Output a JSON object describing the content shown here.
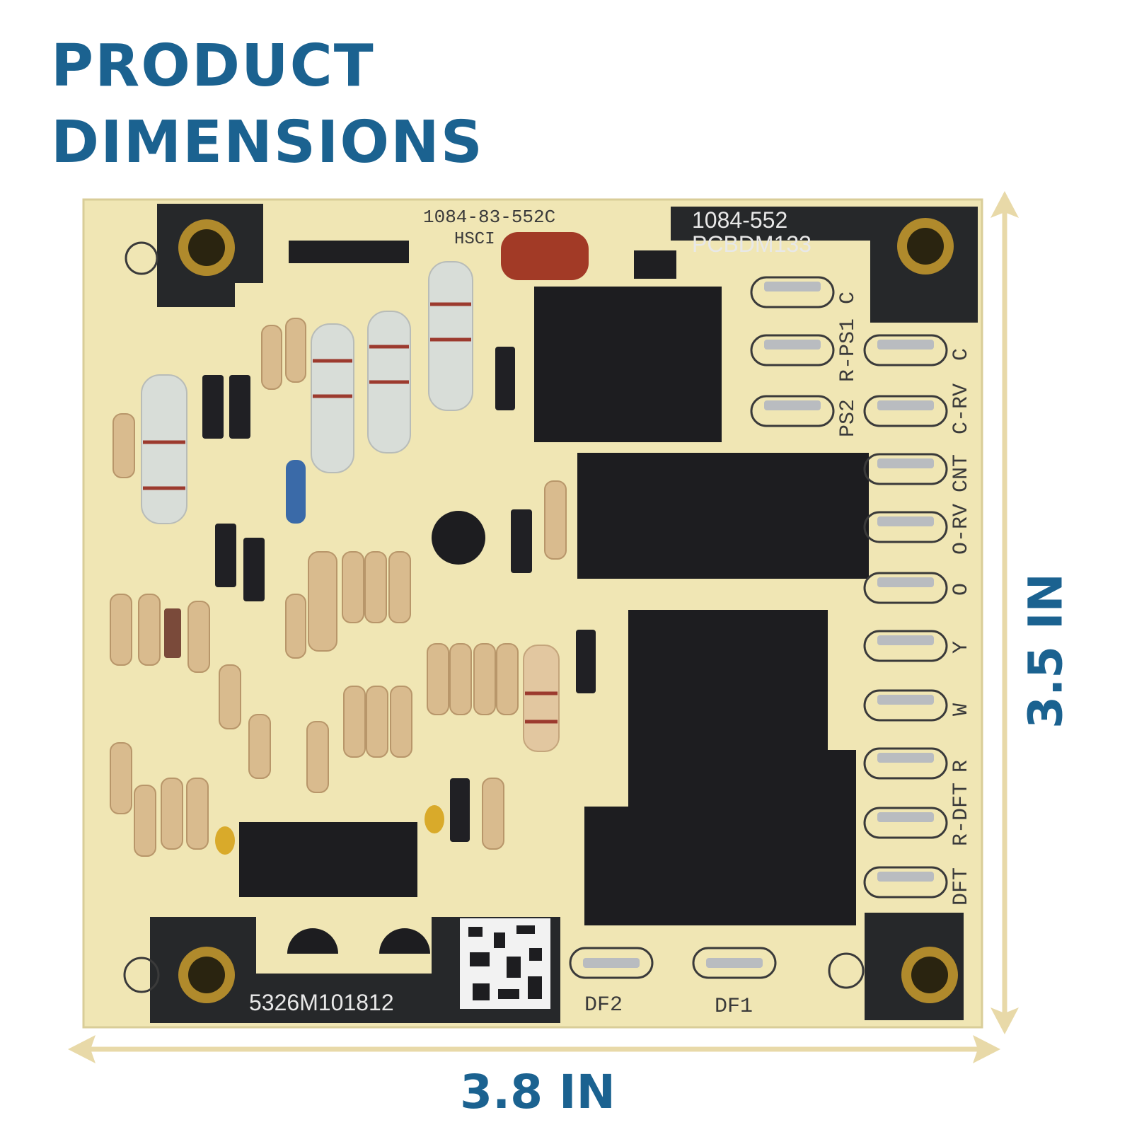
{
  "heading": {
    "line1": "PRODUCT",
    "line2": "DIMENSIONS"
  },
  "dimensions": {
    "width": "3.8 IN",
    "height": "3.5 IN"
  },
  "board_text": {
    "part_top": "1084-83-552C",
    "hsci": "HSCI",
    "label_1": "1084-552",
    "label_2": "PCBDM133",
    "serial": "5326M101812",
    "df2": "DF2",
    "df1": "DF1"
  },
  "terminals": [
    {
      "label": "C"
    },
    {
      "label": "R-PS1"
    },
    {
      "label": "C"
    },
    {
      "label": "PS2"
    },
    {
      "label": "C-RV"
    },
    {
      "label": "CNT"
    },
    {
      "label": "O-RV"
    },
    {
      "label": "O"
    },
    {
      "label": "Y"
    },
    {
      "label": "W"
    },
    {
      "label": "R"
    },
    {
      "label": "R-DFT"
    },
    {
      "label": "DFT"
    }
  ],
  "colors": {
    "heading": "#1b6290",
    "arrow": "#e8d9a8",
    "board": "#f0e6b4",
    "relay": "#1d1d20"
  }
}
